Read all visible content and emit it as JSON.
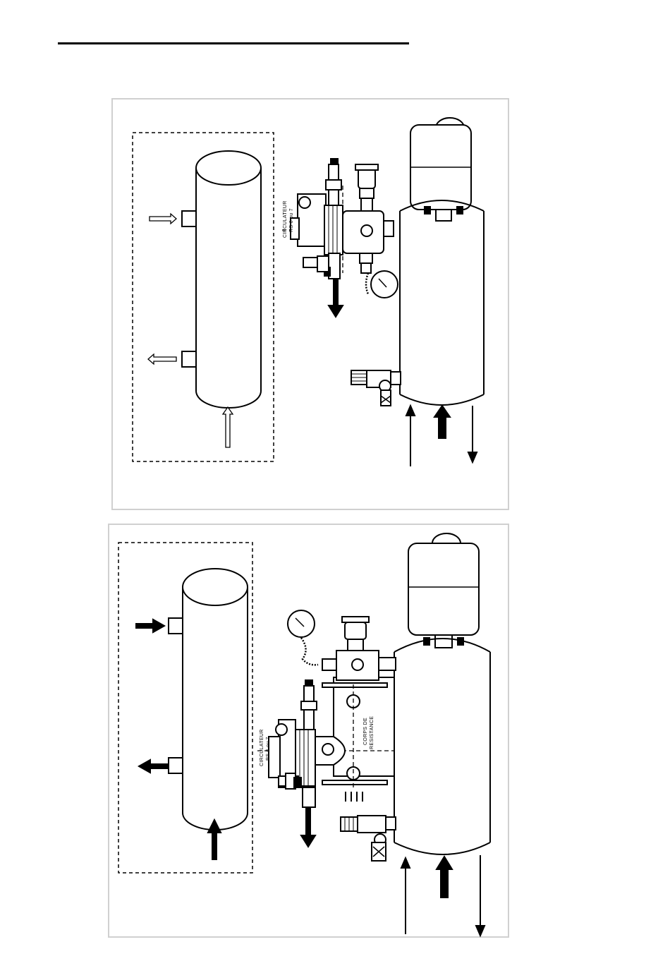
{
  "diagram_1": {
    "circulator_label_line1": "CIRCULATEUR",
    "circulator_label_line2": "RS 6 ou 7"
  },
  "diagram_2": {
    "circulator_label_line1": "CIRCULATEUR",
    "circulator_label_line2": "RS 6 ou 7",
    "resistance_label_line1": "CORPS DE",
    "resistance_label_line2": "RESISTANCE"
  },
  "colors": {
    "line": "#000000",
    "panel_border": "#d0d0d0",
    "background": "#ffffff"
  }
}
